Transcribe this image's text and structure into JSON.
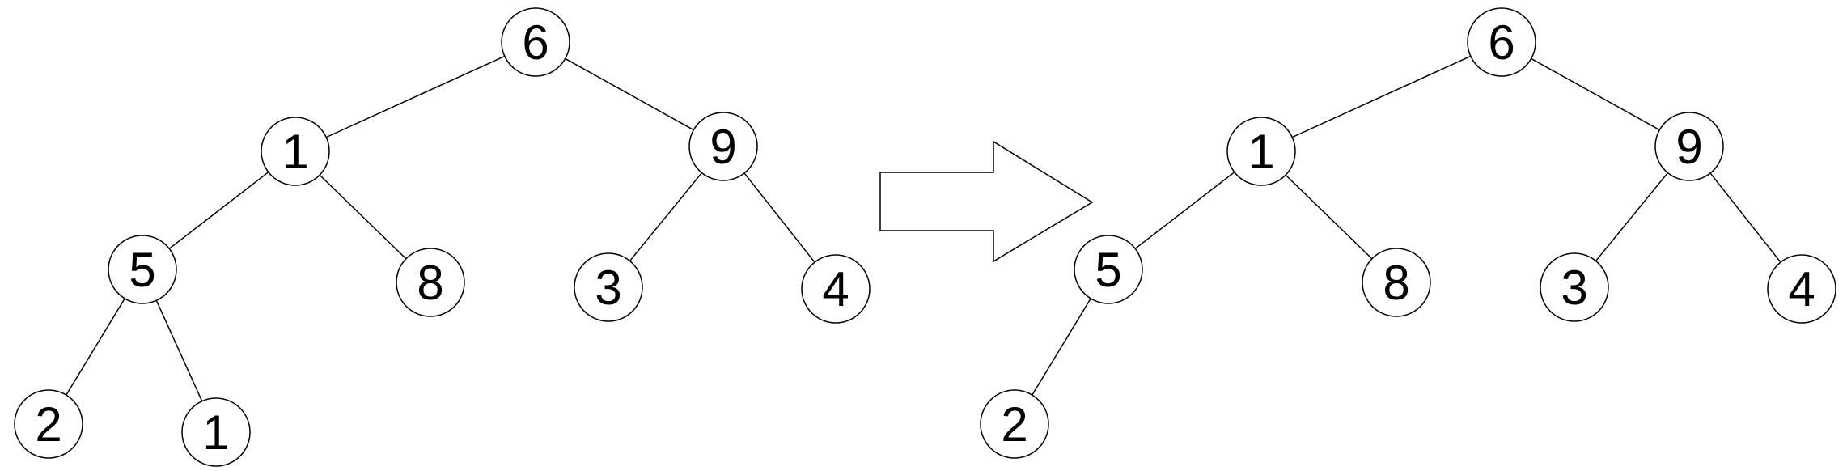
{
  "colors": {
    "background": "#ffffff",
    "stroke": "#000000",
    "text": "#000000"
  },
  "diagram": {
    "trees": [
      {
        "id": "before",
        "nodes": [
          {
            "id": "root",
            "label": "6"
          },
          {
            "id": "l",
            "label": "1"
          },
          {
            "id": "r",
            "label": "9"
          },
          {
            "id": "ll",
            "label": "5"
          },
          {
            "id": "lr",
            "label": "8"
          },
          {
            "id": "rl",
            "label": "3"
          },
          {
            "id": "rr",
            "label": "4"
          },
          {
            "id": "lll",
            "label": "2"
          },
          {
            "id": "llr",
            "label": "1"
          }
        ],
        "edges": [
          [
            "root",
            "l"
          ],
          [
            "root",
            "r"
          ],
          [
            "l",
            "ll"
          ],
          [
            "l",
            "lr"
          ],
          [
            "r",
            "rl"
          ],
          [
            "r",
            "rr"
          ],
          [
            "ll",
            "lll"
          ],
          [
            "ll",
            "llr"
          ]
        ]
      },
      {
        "id": "after",
        "nodes": [
          {
            "id": "root",
            "label": "6"
          },
          {
            "id": "l",
            "label": "1"
          },
          {
            "id": "r",
            "label": "9"
          },
          {
            "id": "ll",
            "label": "5"
          },
          {
            "id": "lr",
            "label": "8"
          },
          {
            "id": "rl",
            "label": "3"
          },
          {
            "id": "rr",
            "label": "4"
          },
          {
            "id": "lll",
            "label": "2"
          }
        ],
        "edges": [
          [
            "root",
            "l"
          ],
          [
            "root",
            "r"
          ],
          [
            "l",
            "ll"
          ],
          [
            "l",
            "lr"
          ],
          [
            "r",
            "rl"
          ],
          [
            "r",
            "rr"
          ],
          [
            "ll",
            "lll"
          ]
        ]
      }
    ],
    "transition_arrow": {
      "direction": "right"
    }
  }
}
